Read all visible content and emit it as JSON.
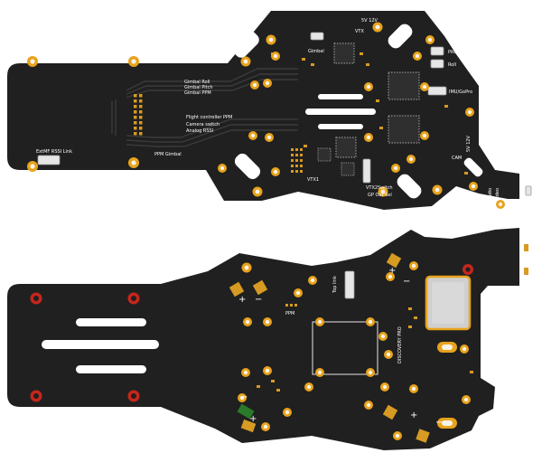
{
  "colors": {
    "board": "#202020",
    "pad_outer": "#e8a31c",
    "pad_inner": "#fbe6b8",
    "pad_hole": "#f8f2e6",
    "screw_red": "#c6261c",
    "silk": "#ffffff",
    "copper_pad": "#d79a22",
    "chip": "#2f2f2f",
    "chip_pin": "#8f8f8f",
    "trace": "#3a3a3a",
    "connector": "#e6e6e6",
    "shield": "#cfcfcf"
  },
  "top_board": {
    "labels": {
      "vtx_5v_12v": "5V 12V",
      "vtx": "VTX",
      "gimbal": "Gimbal",
      "pitch": "Pitch",
      "roll": "Roll",
      "imu_gopro": "IMU/GoPro",
      "gimbal_roll": "Gimbal Roll",
      "gimbal_pitch": "Gimbal Pitch",
      "gimbal_ppm": "Gimbal PPM",
      "fc_ppm": "Flight controller PPM",
      "camera_switch": "Camera switch",
      "analog_rssi": "Analog RSSI",
      "ext_rssi": "ExtMF RSSI Link",
      "ppm_gimbal": "PPM Gimbal",
      "vtx1": "VTX1",
      "vtx2": "VTX2",
      "switch": "Switch",
      "gp_out_sel": "GP Out Sel",
      "cam": "CAM",
      "cam_5v_12v": "5V 12V",
      "vid_in": "Audio",
      "aud_in": "Video"
    }
  },
  "bottom_board": {
    "labels": {
      "top_link": "Top link",
      "ppm": "PPM",
      "board_name": "DISCOVERY PRO",
      "plus_top": "+",
      "minus_top": "−",
      "plus_bottom": "+",
      "minus_bottom": "−",
      "plus_left": "+",
      "minus_left": "−",
      "plus_right": "+",
      "minus_right": "−"
    }
  }
}
